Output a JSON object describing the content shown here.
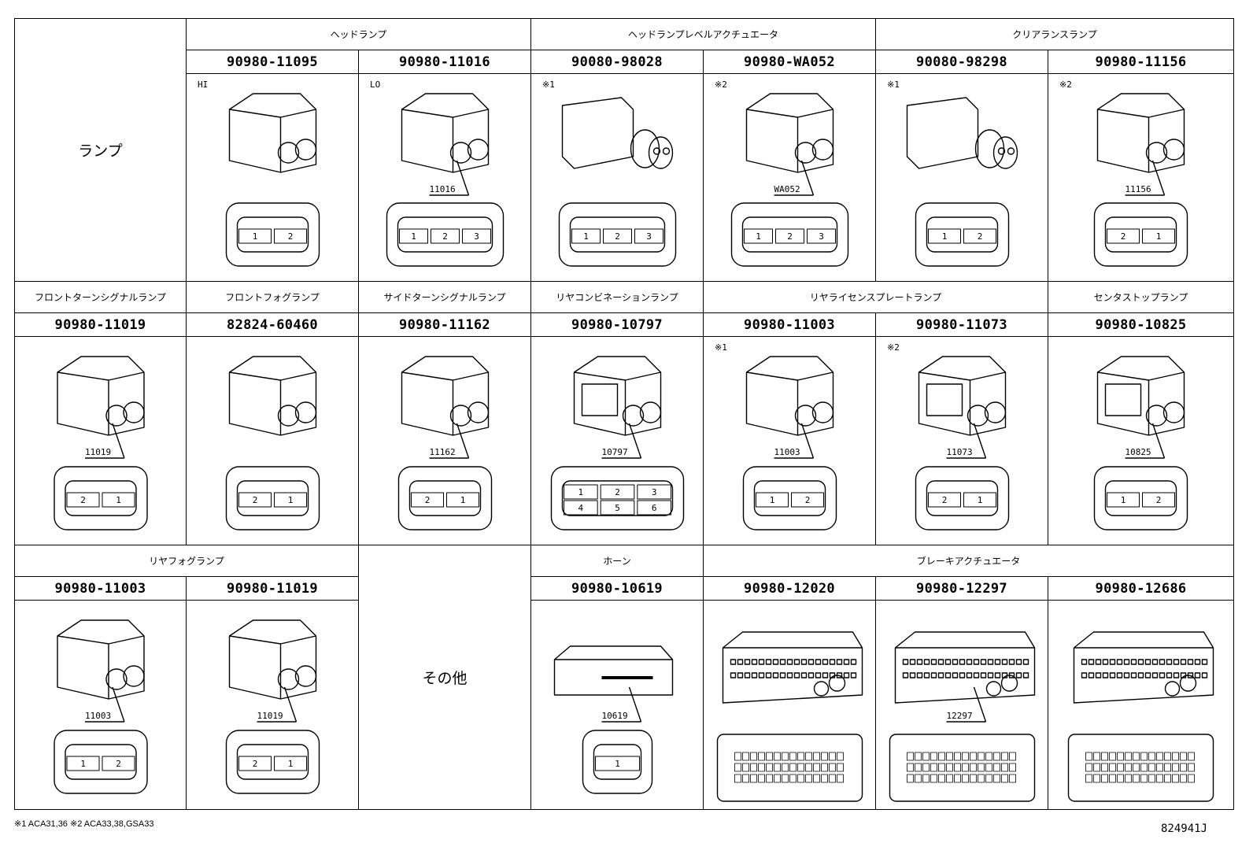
{
  "row_labels": {
    "lamp": "ランプ",
    "other": "その他"
  },
  "groups": {
    "headlamp": "ヘッドランプ",
    "leveling": "ヘッドランプレベルアクチュエータ",
    "clearance": "クリアランスランプ",
    "front_turn": "フロントターンシグナルランプ",
    "front_fog": "フロントフォグランプ",
    "side_turn": "サイドターンシグナルランプ",
    "rear_combo": "リヤコンビネーションランプ",
    "license": "リヤライセンスプレートランプ",
    "center_stop": "センタストップランプ",
    "rear_fog": "リヤフォグランプ",
    "horn": "ホーン",
    "brake": "ブレーキアクチュエータ"
  },
  "parts": [
    {
      "part": "90980-11095",
      "note": "HI",
      "ref": "",
      "pins": [
        "1",
        "2"
      ]
    },
    {
      "part": "90980-11016",
      "note": "LO",
      "ref": "11016",
      "pins": [
        "1",
        "2",
        "3"
      ]
    },
    {
      "part": "90080-98028",
      "note": "※1",
      "ref": "",
      "pins": [
        "1",
        "2",
        "3"
      ]
    },
    {
      "part": "90980-WA052",
      "note": "※2",
      "ref": "WA052",
      "pins": [
        "1",
        "2",
        "3"
      ]
    },
    {
      "part": "90080-98298",
      "note": "※1",
      "ref": "",
      "pins": [
        "1",
        "2"
      ]
    },
    {
      "part": "90980-11156",
      "note": "※2",
      "ref": "11156",
      "pins": [
        "2",
        "1"
      ]
    },
    {
      "part": "90980-11019",
      "note": "",
      "ref": "11019",
      "pins": [
        "2",
        "1"
      ]
    },
    {
      "part": "82824-60460",
      "note": "",
      "ref": "",
      "pins": [
        "2",
        "1"
      ]
    },
    {
      "part": "90980-11162",
      "note": "",
      "ref": "11162",
      "pins": [
        "2",
        "1"
      ]
    },
    {
      "part": "90980-10797",
      "note": "",
      "ref": "10797",
      "pins": [
        "1",
        "2",
        "3",
        "4",
        "5",
        "6"
      ]
    },
    {
      "part": "90980-11003",
      "note": "※1",
      "ref": "11003",
      "pins": [
        "1",
        "2"
      ]
    },
    {
      "part": "90980-11073",
      "note": "※2",
      "ref": "11073",
      "pins": [
        "2",
        "1"
      ]
    },
    {
      "part": "90980-10825",
      "note": "",
      "ref": "10825",
      "pins": [
        "1",
        "2"
      ]
    },
    {
      "part": "90980-11003",
      "note": "",
      "ref": "11003",
      "pins": [
        "1",
        "2"
      ]
    },
    {
      "part": "90980-11019",
      "note": "",
      "ref": "11019",
      "pins": [
        "2",
        "1"
      ]
    },
    {
      "part": "90980-10619",
      "note": "",
      "ref": "10619",
      "pins": [
        "1"
      ]
    },
    {
      "part": "90980-12020",
      "note": "",
      "ref": "",
      "pins": []
    },
    {
      "part": "90980-12297",
      "note": "",
      "ref": "12297",
      "pins": []
    },
    {
      "part": "90980-12686",
      "note": "",
      "ref": "",
      "pins": []
    }
  ],
  "footnote": "※1 ACA31,36  ※2 ACA33,38,GSA33",
  "doc_number": "824941J"
}
